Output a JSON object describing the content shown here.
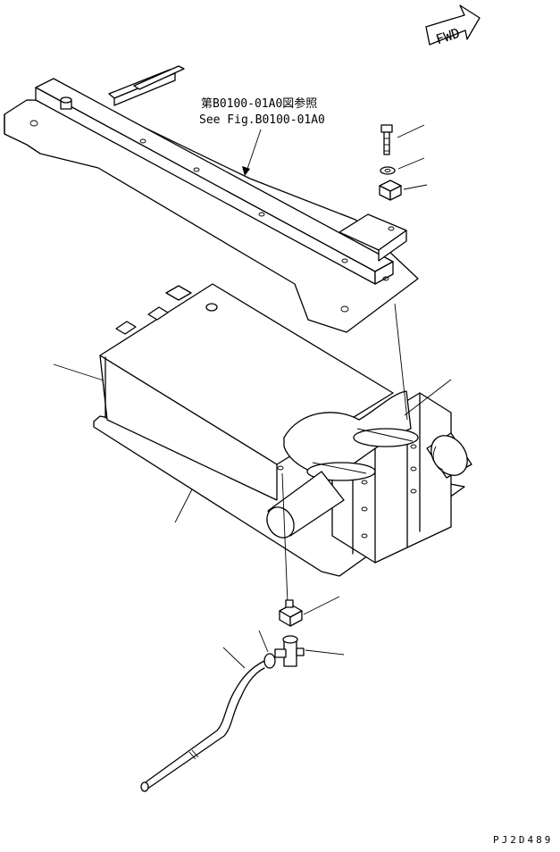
{
  "reference_note": {
    "line1": "第B0100-01A0図参照",
    "line2": "See Fig.B0100-01A0"
  },
  "fwd_label": "FWD",
  "drawing_code": "PJ2D489",
  "icons": [
    "fwd-arrow-icon"
  ]
}
